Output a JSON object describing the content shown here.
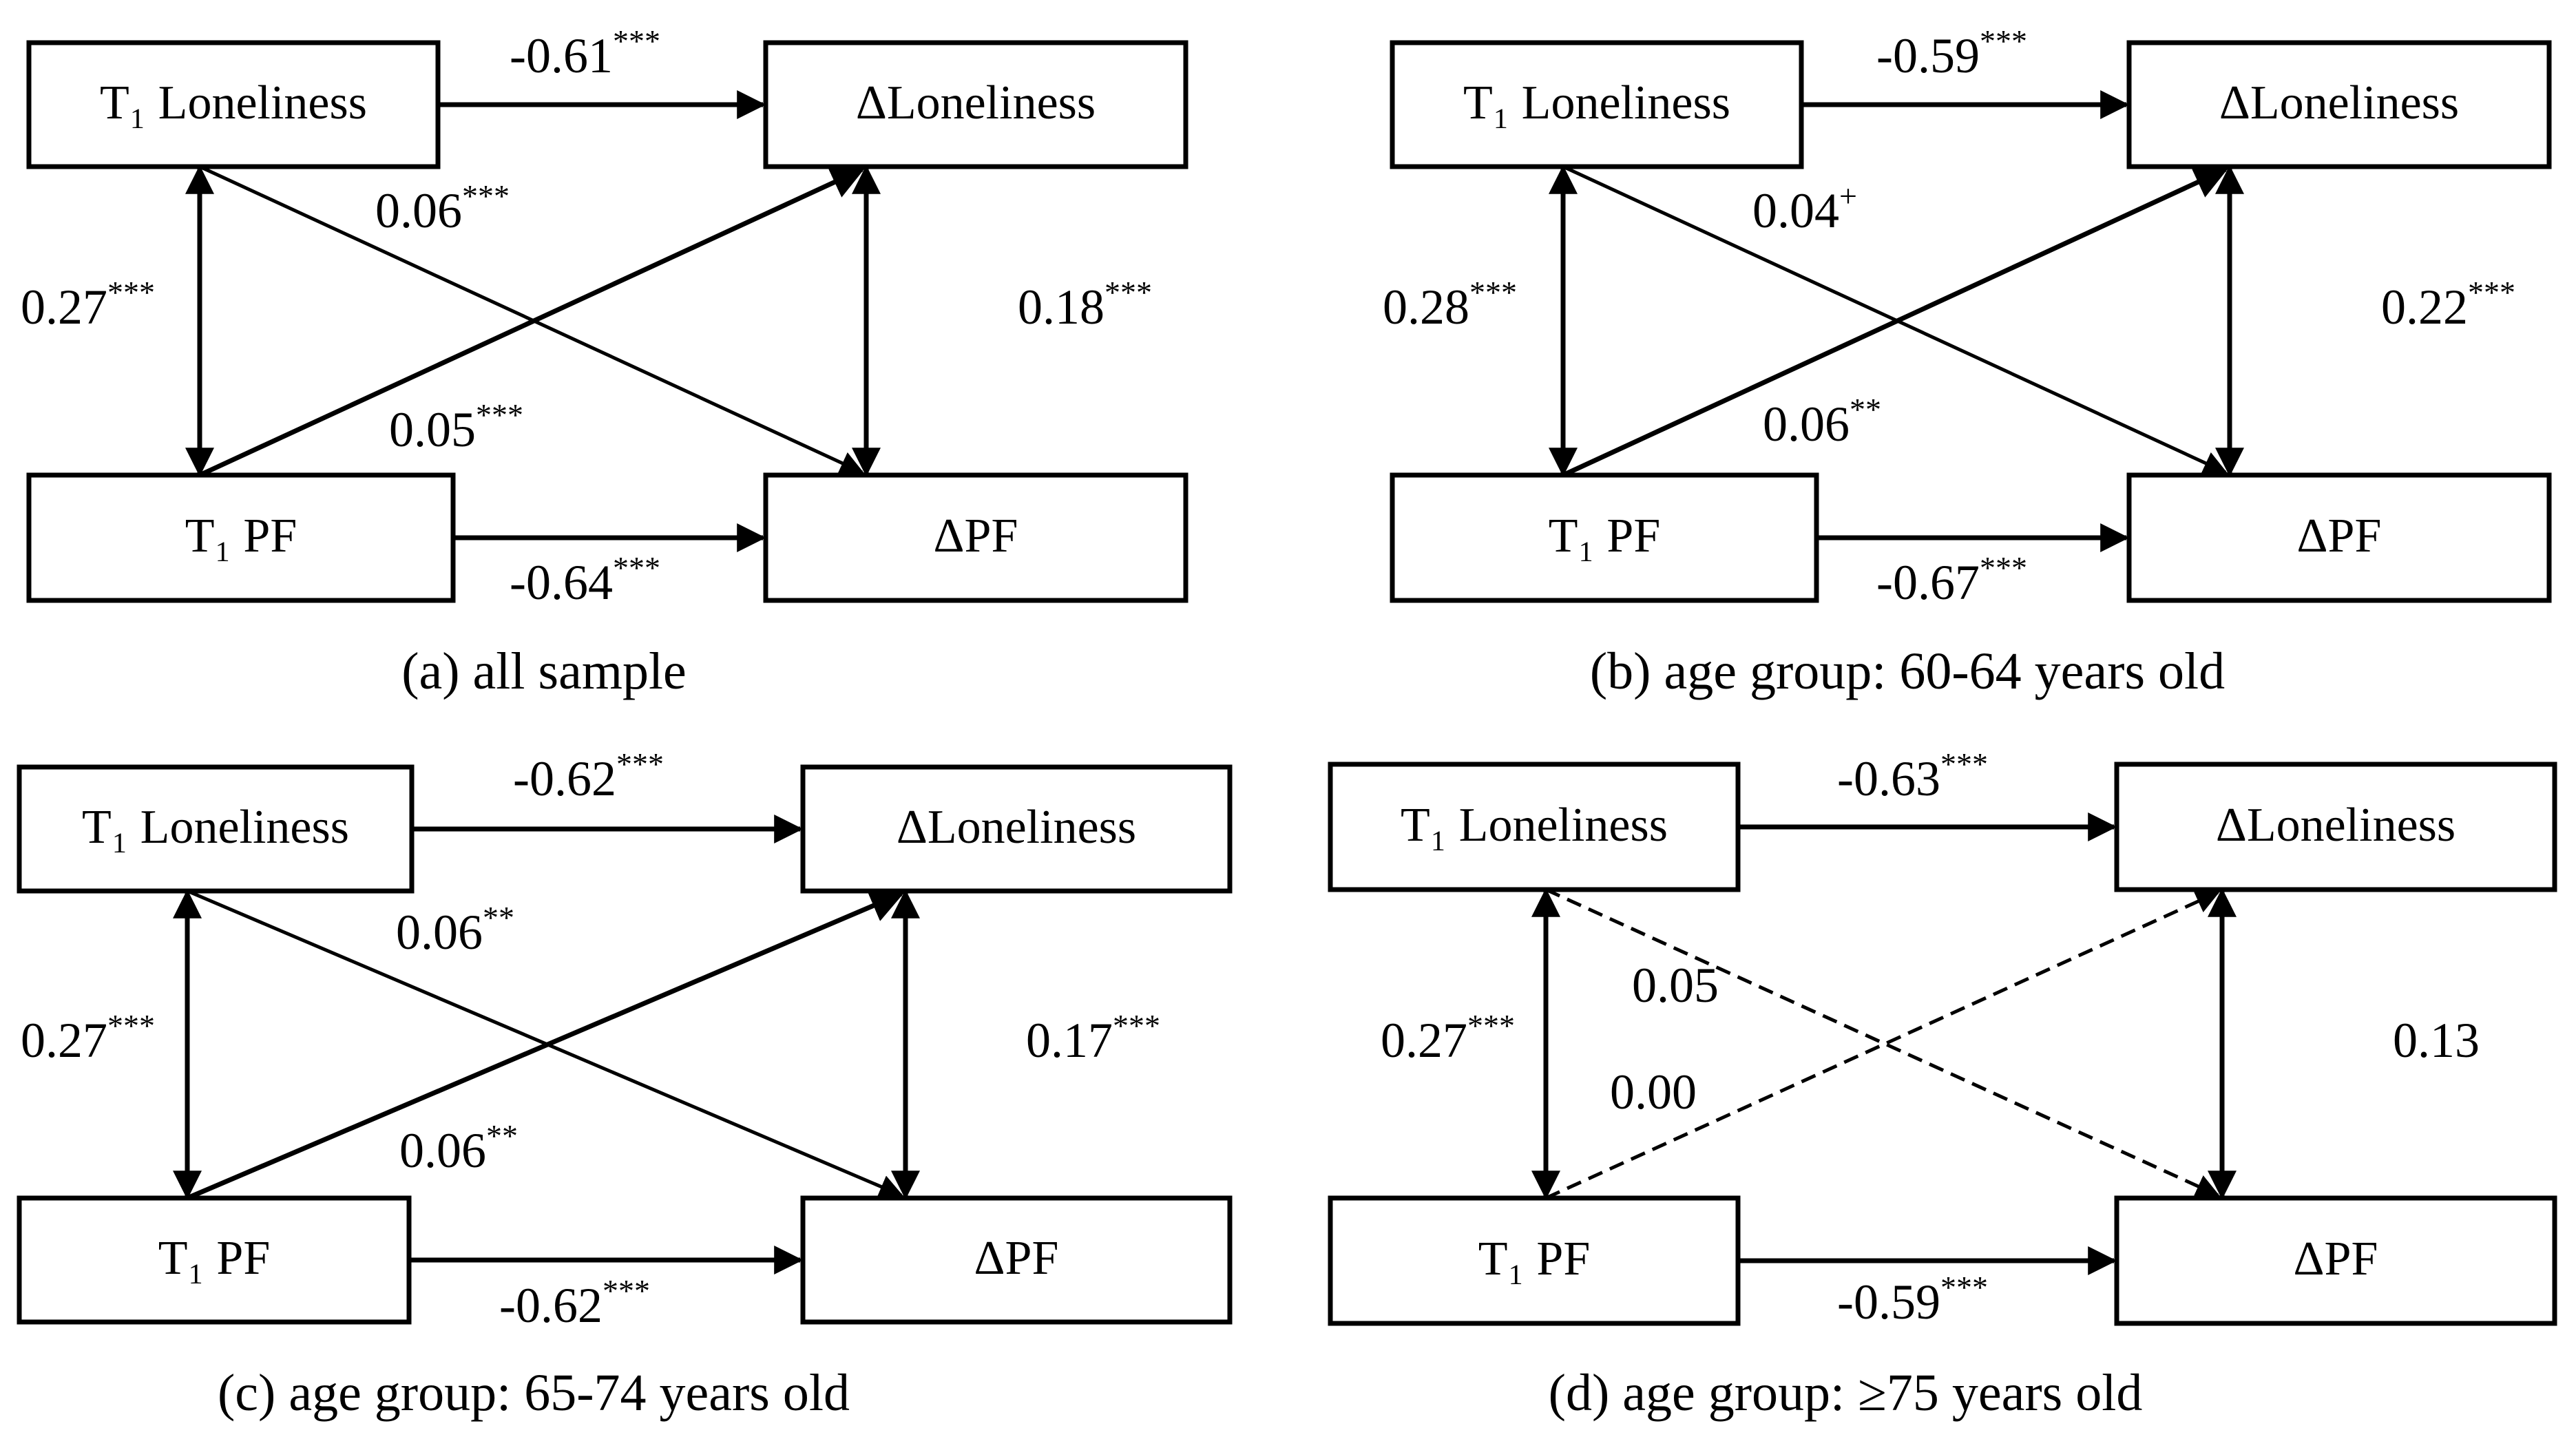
{
  "panels": [
    {
      "id": "a",
      "caption": "(a) all sample",
      "labels": {
        "t1_loneliness": "T₁ Loneliness",
        "delta_loneliness": "ΔLoneliness",
        "t1_pf": "T₁ PF",
        "delta_pf": "ΔPF"
      },
      "coefficients": {
        "lon_to_dlon": {
          "value": "-0.61",
          "sig": "***",
          "significant": true
        },
        "pf_to_dpf": {
          "value": "-0.64",
          "sig": "***",
          "significant": true
        },
        "lon_pf_cov": {
          "value": "0.27",
          "sig": "***",
          "significant": true
        },
        "dlon_dpf_cov": {
          "value": "0.18",
          "sig": "***",
          "significant": true
        },
        "lon_to_dpf": {
          "value": "0.06",
          "sig": "***",
          "significant": true
        },
        "pf_to_dlon": {
          "value": "0.05",
          "sig": "***",
          "significant": true
        }
      }
    },
    {
      "id": "b",
      "caption": "(b) age group: 60-64 years old",
      "labels": {
        "t1_loneliness": "T₁ Loneliness",
        "delta_loneliness": "ΔLoneliness",
        "t1_pf": "T₁ PF",
        "delta_pf": "ΔPF"
      },
      "coefficients": {
        "lon_to_dlon": {
          "value": "-0.59",
          "sig": "***",
          "significant": true
        },
        "pf_to_dpf": {
          "value": "-0.67",
          "sig": "***",
          "significant": true
        },
        "lon_pf_cov": {
          "value": "0.28",
          "sig": "***",
          "significant": true
        },
        "dlon_dpf_cov": {
          "value": "0.22",
          "sig": "***",
          "significant": true
        },
        "lon_to_dpf": {
          "value": "0.04",
          "sig": "+",
          "significant": true
        },
        "pf_to_dlon": {
          "value": "0.06",
          "sig": "**",
          "significant": true
        }
      }
    },
    {
      "id": "c",
      "caption": "(c) age group: 65-74 years old",
      "labels": {
        "t1_loneliness": "T₁ Loneliness",
        "delta_loneliness": "ΔLoneliness",
        "t1_pf": "T₁ PF",
        "delta_pf": "ΔPF"
      },
      "coefficients": {
        "lon_to_dlon": {
          "value": "-0.62",
          "sig": "***",
          "significant": true
        },
        "pf_to_dpf": {
          "value": "-0.62",
          "sig": "***",
          "significant": true
        },
        "lon_pf_cov": {
          "value": "0.27",
          "sig": "***",
          "significant": true
        },
        "dlon_dpf_cov": {
          "value": "0.17",
          "sig": "***",
          "significant": true
        },
        "lon_to_dpf": {
          "value": "0.06",
          "sig": "**",
          "significant": true
        },
        "pf_to_dlon": {
          "value": "0.06",
          "sig": "**",
          "significant": true
        }
      }
    },
    {
      "id": "d",
      "caption": "(d) age group: ≥75 years old",
      "labels": {
        "t1_loneliness": "T₁ Loneliness",
        "delta_loneliness": "ΔLoneliness",
        "t1_pf": "T₁ PF",
        "delta_pf": "ΔPF"
      },
      "coefficients": {
        "lon_to_dlon": {
          "value": "-0.63",
          "sig": "***",
          "significant": true
        },
        "pf_to_dpf": {
          "value": "-0.59",
          "sig": "***",
          "significant": true
        },
        "lon_pf_cov": {
          "value": "0.27",
          "sig": "***",
          "significant": true
        },
        "dlon_dpf_cov": {
          "value": "0.13",
          "sig": "",
          "significant": false
        },
        "lon_to_dpf": {
          "value": "0.05",
          "sig": "",
          "significant": false
        },
        "pf_to_dlon": {
          "value": "0.00",
          "sig": "",
          "significant": false
        }
      }
    }
  ]
}
